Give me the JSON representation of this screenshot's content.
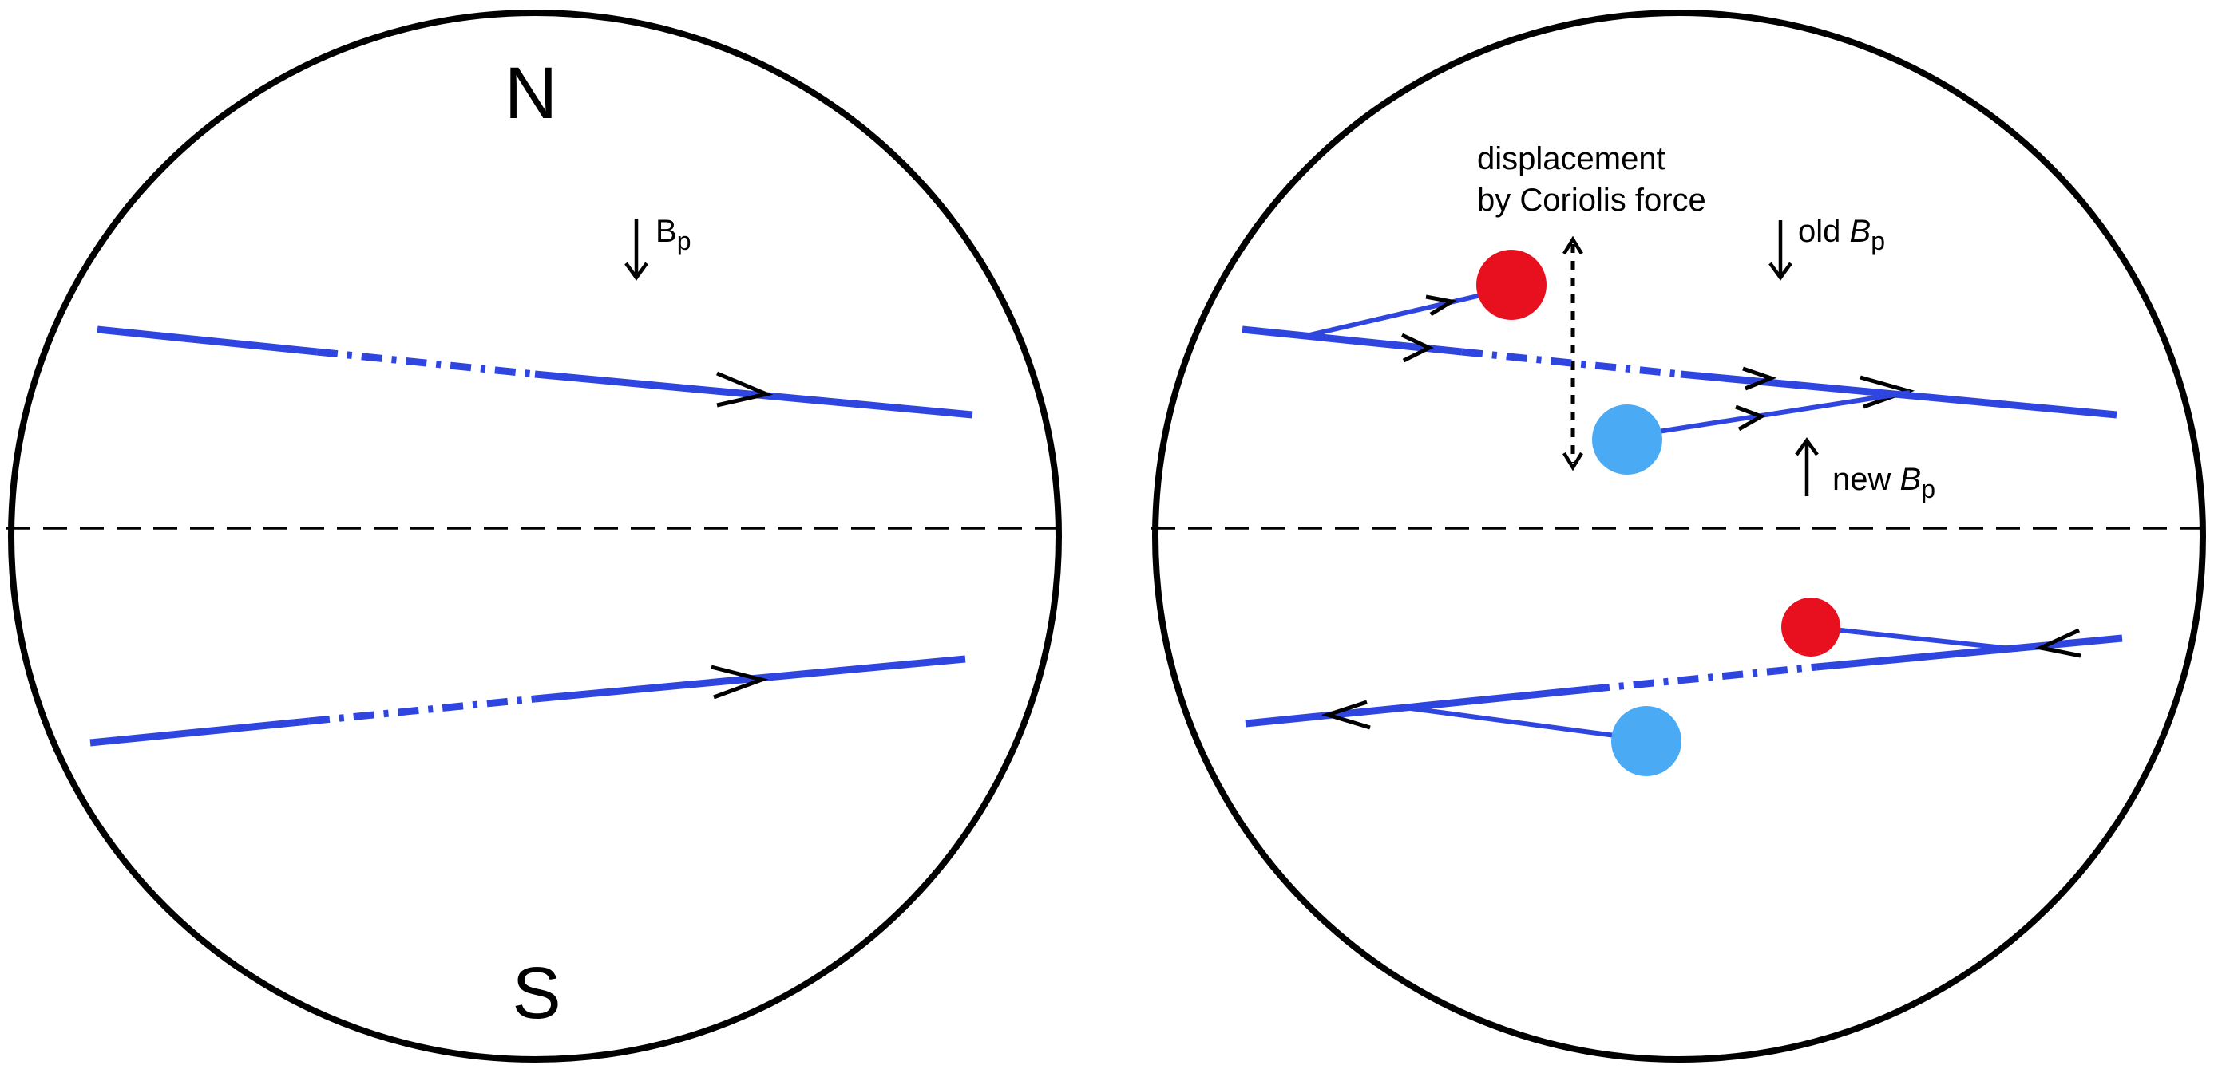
{
  "colors": {
    "field_line": "#2f45e0",
    "positive_spot": "#e8101f",
    "negative_spot": "#4aaaf4"
  },
  "left_panel": {
    "north_label": "N",
    "south_label": "S",
    "bp_label": "B",
    "bp_subscript": "p"
  },
  "right_panel": {
    "displacement_label_line1": "displacement",
    "displacement_label_line2": "by Coriolis force",
    "old_bp_prefix": "old ",
    "old_bp_symbol": "B",
    "old_bp_subscript": "p",
    "new_bp_prefix": "new ",
    "new_bp_symbol": "B",
    "new_bp_subscript": "p"
  }
}
